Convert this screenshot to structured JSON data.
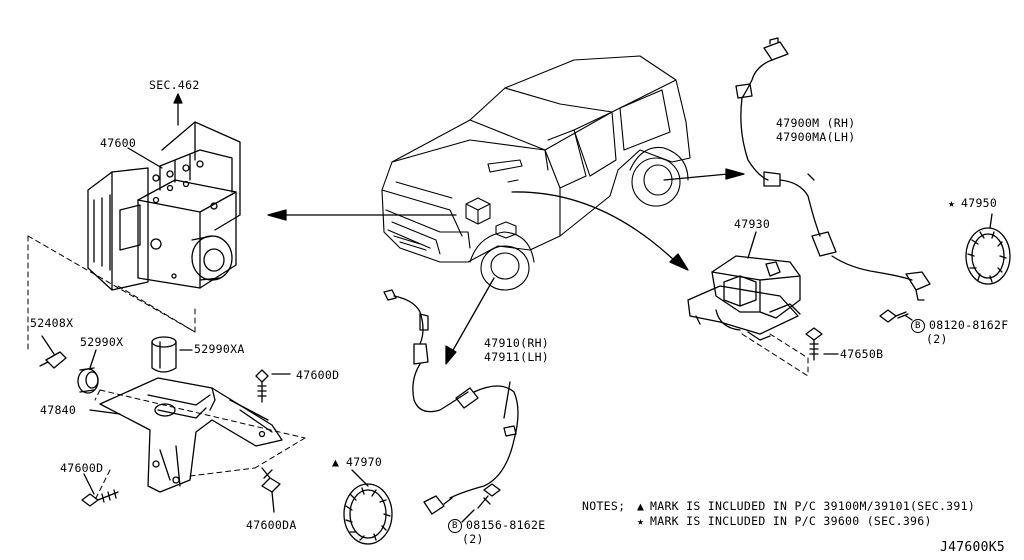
{
  "diagram": {
    "labels": {
      "sec462": "SEC.462",
      "p47600": "47600",
      "p52408x": "52408X",
      "p52990x": "52990X",
      "p52990xa": "52990XA",
      "p47600d_right": "47600D",
      "p47840": "47840",
      "p47600d_left": "47600D",
      "p47600da": "47600DA",
      "p47970": "47970",
      "p47910_rh": "47910(RH)",
      "p47911_lh": "47911(LH)",
      "bolt_left_code": "08156-8162E",
      "bolt_left_qty": "(2)",
      "p47930": "47930",
      "p47650b": "47650B",
      "p47900m_rh": "47900M (RH)",
      "p47900ma_lh": "47900MA(LH)",
      "p47950": "47950",
      "bolt_right_code": "08120-8162F",
      "bolt_right_qty": "(2)",
      "b_mark": "B"
    },
    "notes": {
      "heading": "NOTES;",
      "line1": "MARK IS INCLUDED IN P/C 39100M/39101(SEC.391)",
      "line2": "MARK IS INCLUDED IN P/C 39600 (SEC.396)"
    },
    "symbols": {
      "triangle": "▲",
      "star": "★"
    },
    "diagram_code": "J47600K5"
  }
}
